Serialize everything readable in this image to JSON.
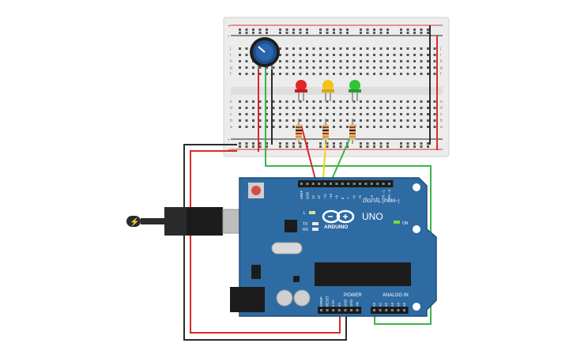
{
  "board": {
    "brand": "ARDUINO",
    "model": "UNO",
    "digital_header": "DIGITAL (PWM~)",
    "analog_header": "ANALOG IN",
    "power_header": "POWER",
    "on_label": "ON",
    "tx_label": "TX",
    "rx_label": "RX",
    "l_label": "L",
    "digital_pins": [
      "AREF",
      "GND",
      "13",
      "12",
      "~11",
      "~10",
      "~9",
      "8",
      "7",
      "~6",
      "~5",
      "4",
      "~3",
      "2",
      "TX→1",
      "RX←0"
    ],
    "analog_pins": [
      "A0",
      "A1",
      "A2",
      "A3",
      "A4",
      "A5"
    ],
    "power_pins": [
      "IOREF",
      "RESET",
      "3.3V",
      "5V",
      "GND",
      "GND",
      "Vin"
    ],
    "board_color": "#2e6ba3"
  },
  "breadboard": {
    "row_letters_top": [
      "j",
      "i",
      "h",
      "g",
      "f"
    ],
    "row_letters_bottom": [
      "e",
      "d",
      "c",
      "b",
      "a"
    ],
    "rail_plus": "+",
    "rail_minus": "-"
  },
  "leds": [
    {
      "color_name": "red",
      "color": "#e0262b"
    },
    {
      "color_name": "yellow",
      "color": "#f2c318"
    },
    {
      "color_name": "green",
      "color": "#34c33b"
    }
  ],
  "wires": {
    "red": "#d92a27",
    "black": "#2b2b2b",
    "green": "#3bb54a",
    "yellow": "#f2d11b"
  },
  "usb_icon": "lightning-icon"
}
